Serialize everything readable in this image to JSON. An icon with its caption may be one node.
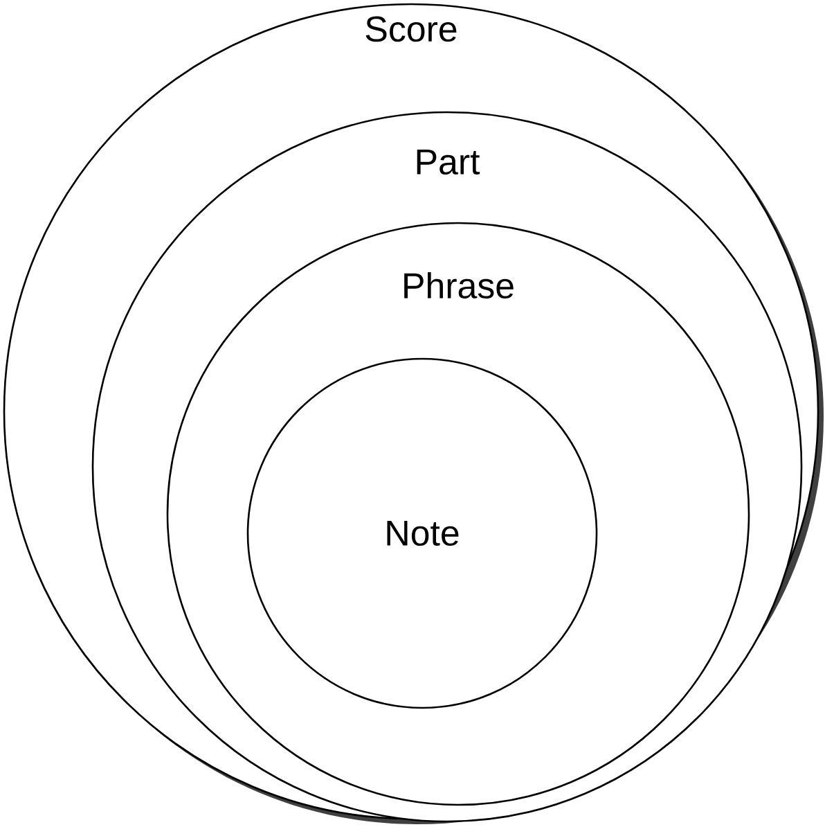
{
  "diagram": {
    "nodes": [
      {
        "text": [
          "Score"
        ]
      },
      {
        "text": [
          "Part"
        ],
        "in": 0
      },
      {
        "text": [
          "Phrase"
        ],
        "in": 1
      },
      {
        "text": [
          "Note"
        ],
        "in": 2
      }
    ]
  }
}
